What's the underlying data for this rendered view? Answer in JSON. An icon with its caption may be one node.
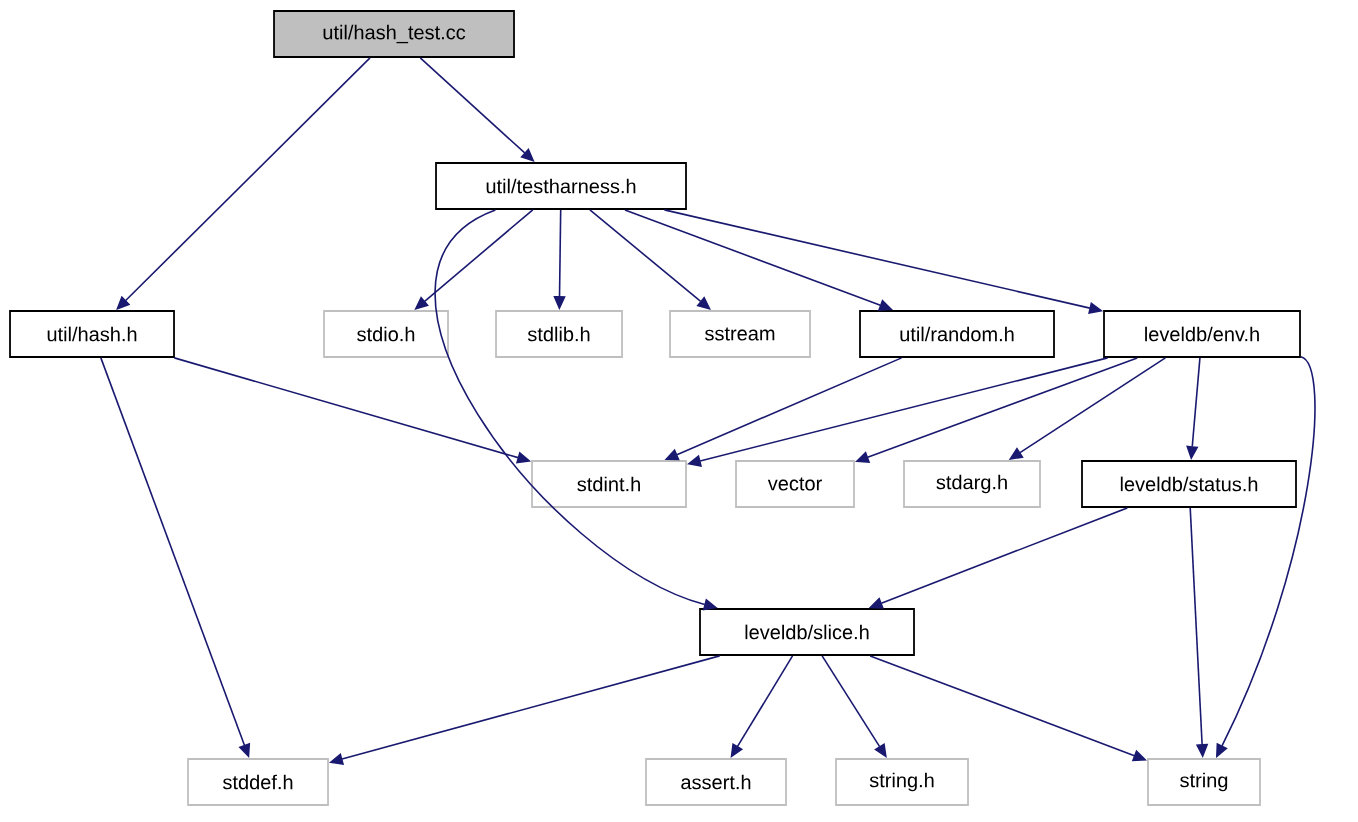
{
  "diagram": {
    "nodes": [
      {
        "text": [
          "util/hash_test.cc"
        ]
      },
      {
        "text": [
          "util/testharness.h"
        ]
      },
      {
        "text": [
          "util/hash.h"
        ]
      },
      {
        "text": [
          "stdio.h"
        ]
      },
      {
        "text": [
          "stdlib.h"
        ]
      },
      {
        "text": [
          "sstream"
        ]
      },
      {
        "text": [
          "util/random.h"
        ]
      },
      {
        "text": [
          "leveldb/env.h"
        ]
      },
      {
        "text": [
          "stdint.h"
        ]
      },
      {
        "text": [
          "vector"
        ]
      },
      {
        "text": [
          "stdarg.h"
        ]
      },
      {
        "text": [
          "leveldb/status.h"
        ]
      },
      {
        "text": [
          "leveldb/slice.h"
        ]
      },
      {
        "text": [
          "stddef.h"
        ]
      },
      {
        "text": [
          "assert.h"
        ]
      },
      {
        "text": [
          "string.h"
        ]
      },
      {
        "text": [
          "string"
        ]
      }
    ],
    "edges": [
      {
        "from": 0,
        "to": 1,
        "arrow": "to"
      },
      {
        "from": 0,
        "to": 2,
        "arrow": "to"
      },
      {
        "from": 1,
        "to": 12,
        "arrow": "to"
      },
      {
        "from": 1,
        "to": 3,
        "arrow": "to"
      },
      {
        "from": 1,
        "to": 4,
        "arrow": "to"
      },
      {
        "from": 1,
        "to": 5,
        "arrow": "to"
      },
      {
        "from": 1,
        "to": 6,
        "arrow": "to"
      },
      {
        "from": 1,
        "to": 7,
        "arrow": "to"
      },
      {
        "from": 2,
        "to": 8,
        "arrow": "to"
      },
      {
        "from": 2,
        "to": 13,
        "arrow": "to"
      },
      {
        "from": 6,
        "to": 8,
        "arrow": "to"
      },
      {
        "from": 7,
        "to": 8,
        "arrow": "to"
      },
      {
        "from": 7,
        "to": 9,
        "arrow": "to"
      },
      {
        "from": 7,
        "to": 10,
        "arrow": "to"
      },
      {
        "from": 7,
        "to": 11,
        "arrow": "to"
      },
      {
        "from": 7,
        "to": 16,
        "arrow": "to"
      },
      {
        "from": 11,
        "to": 12,
        "arrow": "to"
      },
      {
        "from": 11,
        "to": 16,
        "arrow": "to"
      },
      {
        "from": 12,
        "to": 13,
        "arrow": "to"
      },
      {
        "from": 12,
        "to": 14,
        "arrow": "to"
      },
      {
        "from": 12,
        "to": 15,
        "arrow": "to"
      },
      {
        "from": 12,
        "to": 16,
        "arrow": "to"
      }
    ]
  }
}
